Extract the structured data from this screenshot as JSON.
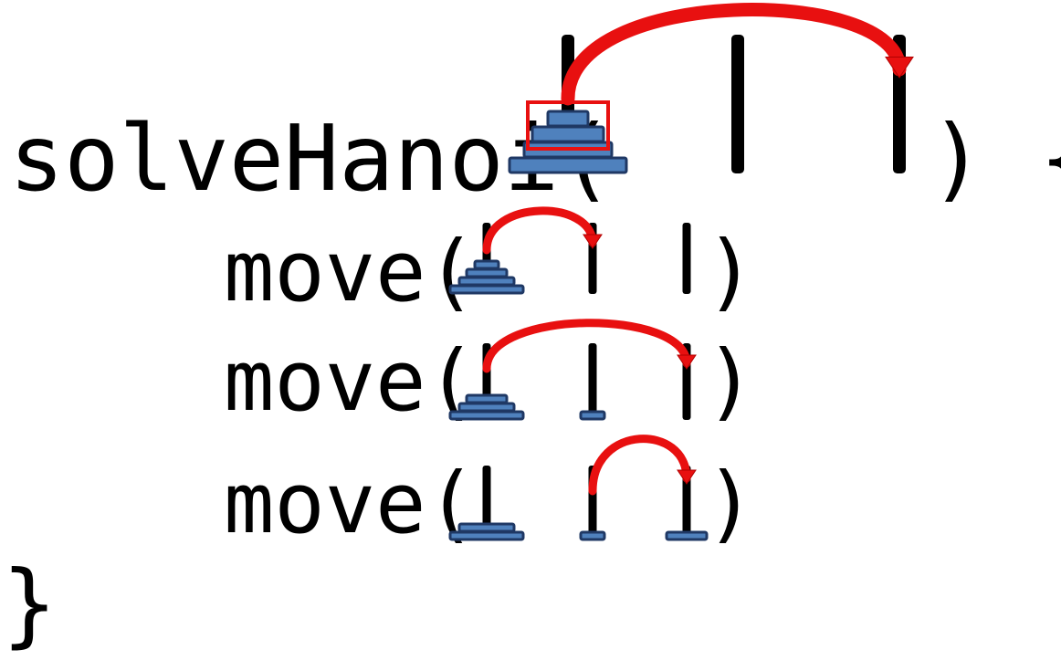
{
  "code": {
    "header_prefix": "solveHanoi(",
    "header_suffix": ") {",
    "call_open": "move(",
    "call_close": ")",
    "closing_brace": "}"
  },
  "colors": {
    "disk_fill": "#4f81bd",
    "disk_stroke": "#1f3864",
    "peg": "#000000",
    "arrow": "#e81010",
    "highlight_box": "#e81010"
  },
  "icons": {
    "arrow": "curved-arrow-icon",
    "highlight": "red-selection-box"
  },
  "hanoi": {
    "main_state": {
      "pegs": [
        [
          4,
          3,
          2,
          1
        ],
        [],
        []
      ],
      "move": [
        0,
        2
      ],
      "highlighted_disks": [
        3,
        2,
        1
      ]
    },
    "steps": [
      {
        "pegs": [
          [
            4,
            3,
            2,
            1
          ],
          [],
          []
        ],
        "move": [
          0,
          1
        ]
      },
      {
        "pegs": [
          [
            4,
            3,
            2
          ],
          [
            1
          ],
          []
        ],
        "move": [
          0,
          2
        ]
      },
      {
        "pegs": [
          [
            4,
            3
          ],
          [
            1
          ],
          [
            2
          ]
        ],
        "move": [
          1,
          2
        ]
      }
    ]
  }
}
